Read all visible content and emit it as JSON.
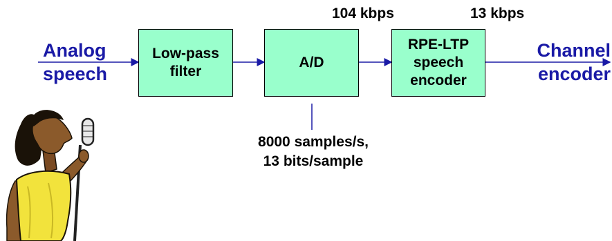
{
  "inputs": {
    "analog_speech": "Analog\nspeech"
  },
  "outputs": {
    "channel_encoder": "Channel\nencoder"
  },
  "blocks": {
    "lowpass": "Low-pass\nfilter",
    "ad": "A/D",
    "rpe_ltp": "RPE-LTP\nspeech\nencoder"
  },
  "rates": {
    "ad_output": "104 kbps",
    "encoder_output": "13 kbps"
  },
  "sampling_note": "8000 samples/s,\n13 bits/sample",
  "colors": {
    "block_fill": "#99ffcc",
    "label_blue": "#1a1aa6",
    "arrow": "#1a1aa6",
    "dress": "#f2e33c"
  },
  "illustration": "singer-with-microphone"
}
